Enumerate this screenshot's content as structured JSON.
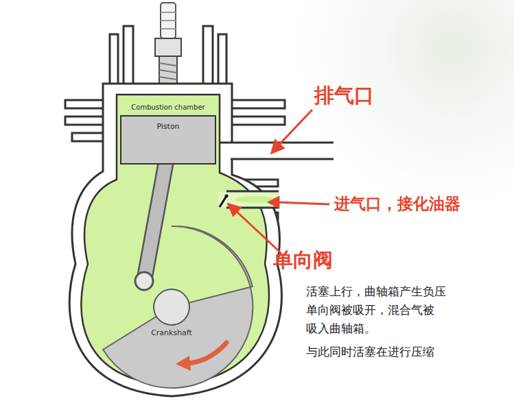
{
  "diagram": {
    "nodes": [
      {
        "text": [
          "Piston"
        ]
      }
    ],
    "labels": [
      "Combustion chamber",
      "排气口",
      "进气口，接化油器",
      "单向阀",
      "Crankshaft",
      "活塞上行，曲轴箱产生负压 单向阀被吸开，混合气被 吸入曲轴箱。",
      "与此同时活塞在进行压缩"
    ]
  }
}
